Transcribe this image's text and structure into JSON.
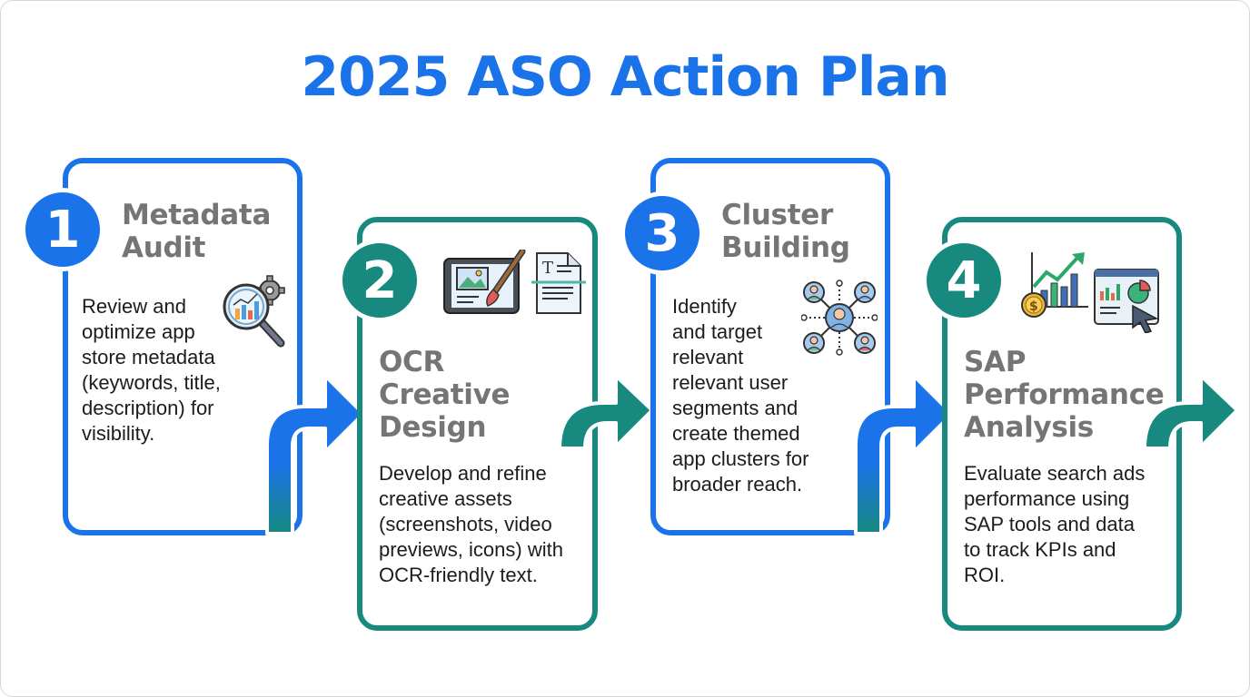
{
  "title": "2025 ASO Action Plan",
  "colors": {
    "blue": "#1a73e8",
    "teal": "#17897f",
    "heading_gray": "#757575",
    "text": "#1c1c1c"
  },
  "steps": [
    {
      "number": "1",
      "heading_line1": "Metadata",
      "heading_line2": "Audit",
      "description": "Review and optimize app store metadata (keywords, title, description) for visibility.",
      "desc_lines": [
        "Review and",
        "optimize app",
        "store metadata",
        "(keywords, title,",
        "description) for",
        "visibility."
      ],
      "icon": "magnifier-chart-gear-icon",
      "theme": "blue"
    },
    {
      "number": "2",
      "heading_line1": "OCR",
      "heading_line2": "Creative",
      "heading_line3": "Design",
      "description": "Develop and refine creative assets (screenshots, video previews, icons) with OCR-friendly text.",
      "desc_lines": [
        "Develop and refine",
        "creative assets",
        "(screenshots, video",
        "previews, icons) with",
        "OCR-friendly text."
      ],
      "icons": [
        "tablet-paintbrush-icon",
        "document-scan-icon"
      ],
      "theme": "teal"
    },
    {
      "number": "3",
      "heading_line1": "Cluster",
      "heading_line2": "Building",
      "description": "Identify and target relevant relevant user segments and create themed app clusters for broader reach.",
      "desc_lines": [
        "Identify",
        "and target",
        "relevant",
        "relevant user",
        "segments and",
        "create themed",
        "app clusters for",
        "broader reach."
      ],
      "icon": "user-network-icon",
      "theme": "blue"
    },
    {
      "number": "4",
      "heading_line1": "SAP",
      "heading_line2": "Performance",
      "heading_line3": "Analysis",
      "description": "Evaluate search ads performance using SAP tools and data to track KPIs and ROI.",
      "desc_lines": [
        "Evaluate search ads",
        "performance using",
        "SAP tools and data",
        "to track KPIs and",
        "ROI."
      ],
      "icons": [
        "growth-chart-coin-icon",
        "dashboard-cursor-icon"
      ],
      "theme": "teal"
    }
  ]
}
